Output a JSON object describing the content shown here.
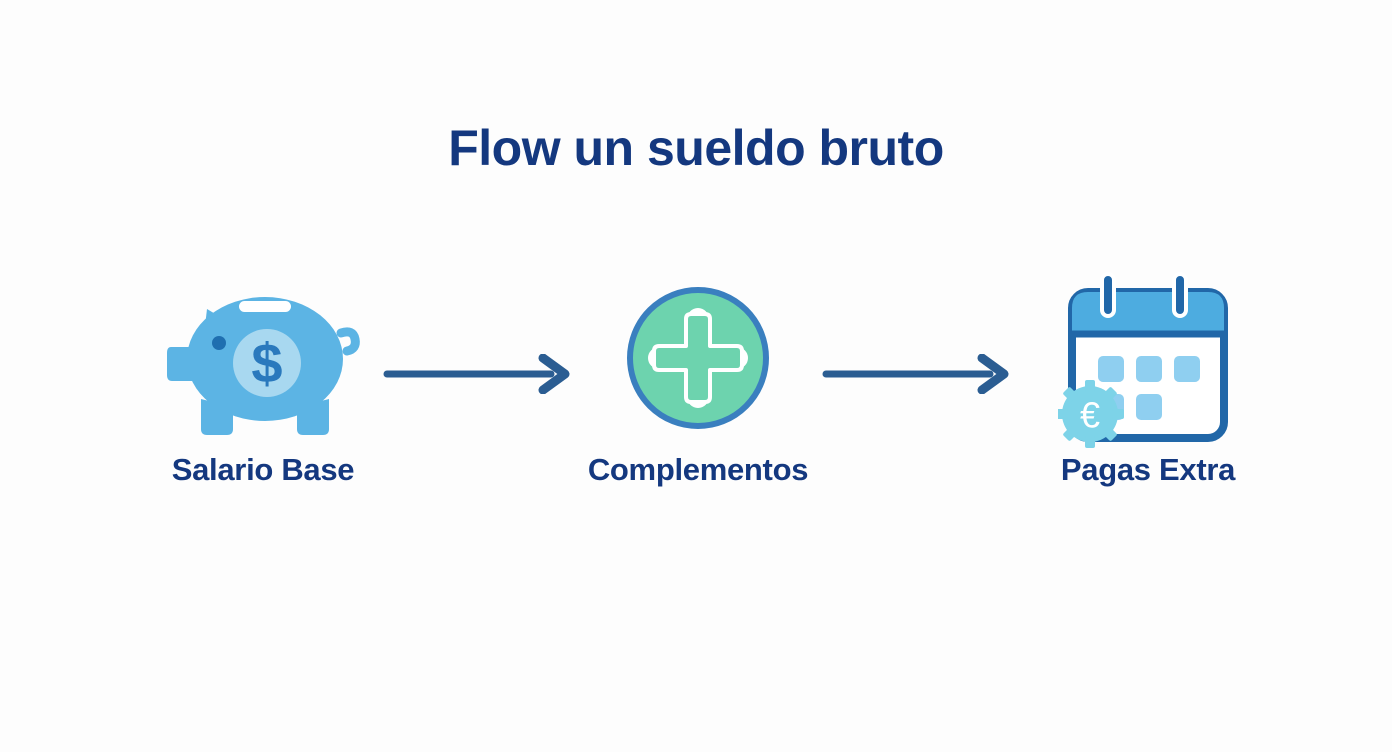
{
  "page": {
    "background_color": "#fdfdfd",
    "title": "Flow un sueldo bruto",
    "title_color": "#14387f"
  },
  "flow": {
    "steps": [
      {
        "label": "Salario Base",
        "icon": "piggy-bank-icon",
        "colors": {
          "body": "#5cb4e4",
          "eye": "#1f6fb0",
          "coin_circle": "#a8d8f0",
          "dollar_sign": "#2a79bd",
          "slot": "#ffffff"
        }
      },
      {
        "label": "Complementos",
        "icon": "plus-circle-icon",
        "colors": {
          "circle_fill": "#6dd3ae",
          "circle_border": "#3a7fbf",
          "plus": "#ffffff"
        }
      },
      {
        "label": "Pagas Extra",
        "icon": "calendar-euro-icon",
        "colors": {
          "outline": "#2167a8",
          "header_band": "#4dace0",
          "page": "#ffffff",
          "day_squares": "#8fcff0",
          "gear_badge": "#7dd3e8",
          "euro_symbol": "#ffffff"
        }
      }
    ],
    "connectors": [
      {
        "name": "arrow-1",
        "direction": "right",
        "color": "#2b5d92"
      },
      {
        "name": "arrow-2",
        "direction": "right",
        "color": "#2b5d92"
      }
    ]
  }
}
